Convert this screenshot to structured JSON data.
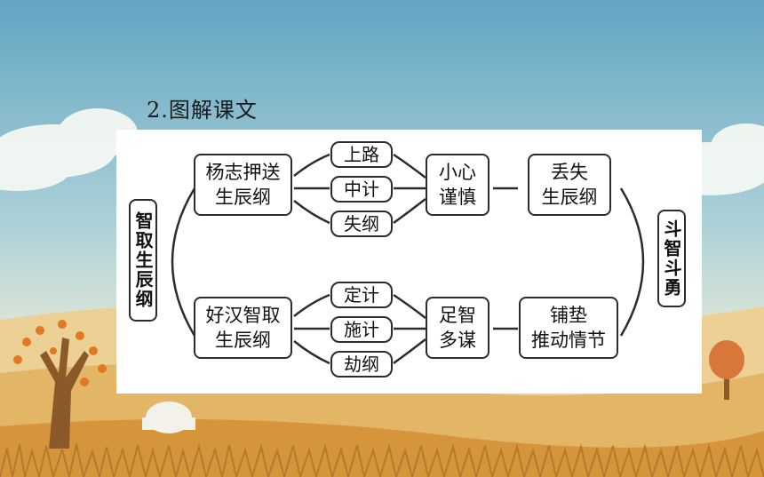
{
  "heading": "2.图解课文",
  "colors": {
    "sky_top": "#6aa9c4",
    "sky_bottom": "#d7e7dc",
    "field": "#e9c27c",
    "ground": "#d79a3e"
  },
  "diagram": {
    "left_label": "智取生辰纲",
    "right_label": "斗智斗勇",
    "top_branch": {
      "start": [
        "杨志押送",
        "生辰纲"
      ],
      "steps": [
        "上路",
        "中计",
        "失纲"
      ],
      "trait": [
        "小心",
        "谨慎"
      ],
      "result": [
        "丢失",
        "生辰纲"
      ]
    },
    "bottom_branch": {
      "start": [
        "好汉智取",
        "生辰纲"
      ],
      "steps": [
        "定计",
        "施计",
        "劫纲"
      ],
      "trait": [
        "足智",
        "多谋"
      ],
      "result": [
        "铺垫",
        "推动情节"
      ]
    }
  }
}
